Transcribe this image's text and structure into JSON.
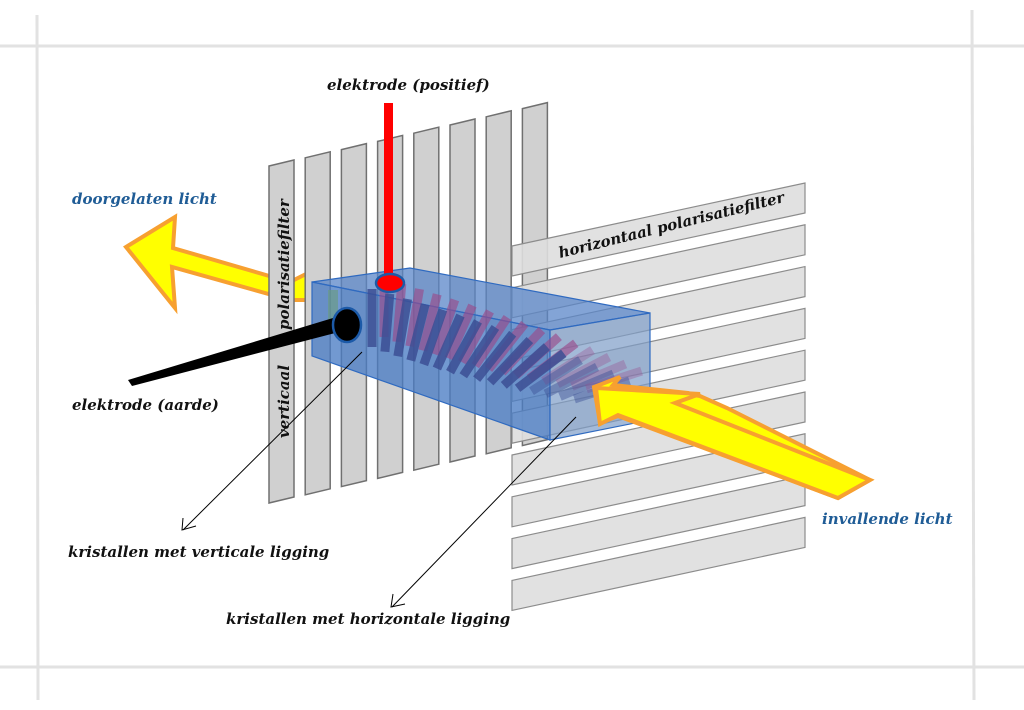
{
  "labels": {
    "electrode_positive": "elektrode (positief)",
    "electrode_ground": "elektrode (aarde)",
    "transmitted_light": "doorgelaten licht",
    "incident_light": "invallende licht",
    "vertical_filter_part1": "verticaal",
    "vertical_filter_part2": "polarisatiefilter",
    "horizontal_filter": "horizontaal polarisatiefilter",
    "crystals_vertical": "kristallen met verticale ligging",
    "crystals_horizontal": "kristallen met horizontale ligging"
  },
  "components": {
    "vertical_filter_strip_count": 8,
    "horizontal_filter_strip_count": 9,
    "crystal_count": 16
  },
  "colors": {
    "light_arrow_fill": "#ffff00",
    "light_arrow_stroke": "#f7a030",
    "positive_electrode": "#ff0000",
    "ground_electrode": "#000000",
    "cell_fill": "#4a7cc4",
    "cell_stroke": "#2f6ac0",
    "crystal_front": "#3c4f94",
    "crystal_back": "#9a4a8a",
    "label_blue": "#1f5c96",
    "label_black": "#111111",
    "strip_fill": "#d0d0d0"
  }
}
